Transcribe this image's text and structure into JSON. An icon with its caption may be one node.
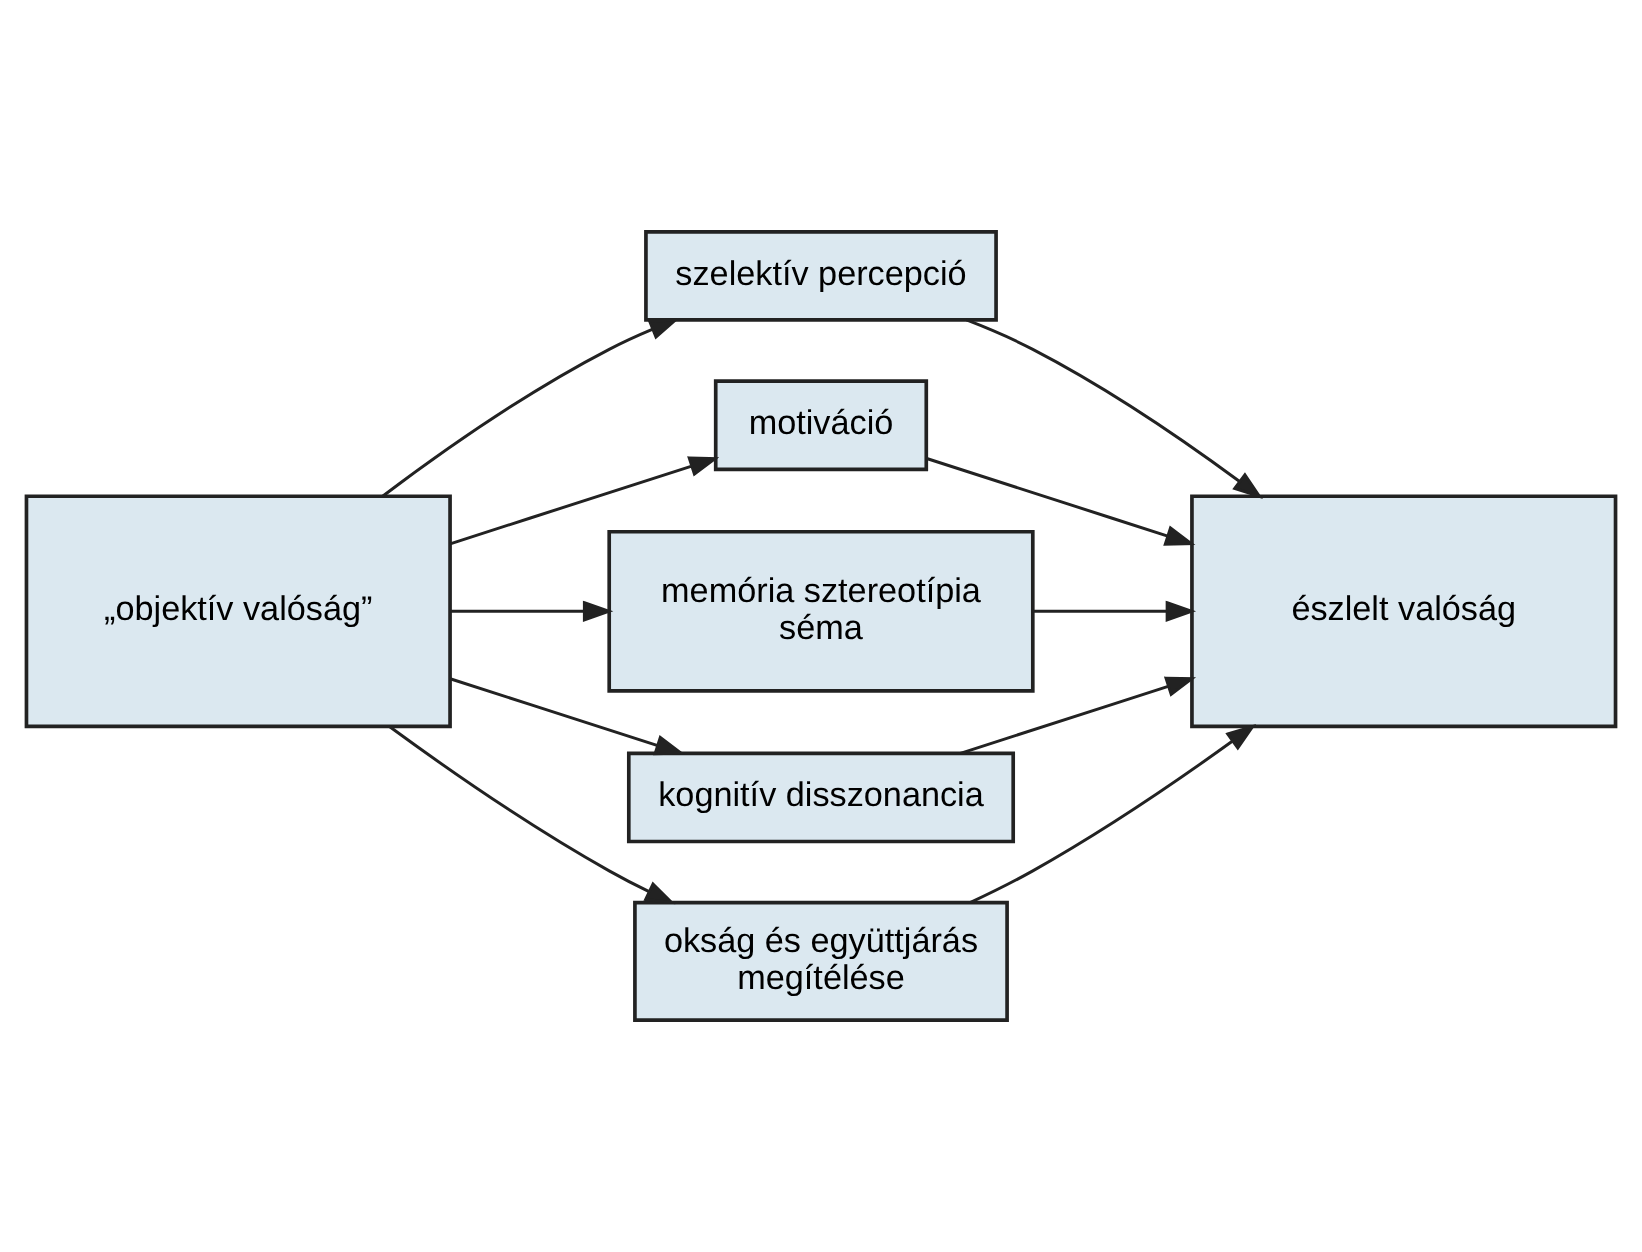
{
  "diagram": {
    "nodes": [
      {
        "text": [
          "„objektív valóság”"
        ]
      },
      {
        "text": [
          "szelektív percepció"
        ]
      },
      {
        "text": [
          "motiváció"
        ]
      },
      {
        "text": [
          "memória sztereotípia séma"
        ]
      },
      {
        "text": [
          "kognitív disszonancia"
        ]
      },
      {
        "text": [
          "okság és együttjárás megítélése"
        ]
      },
      {
        "text": [
          "észlelt valóság"
        ]
      }
    ],
    "edges": [
      {
        "from": 0,
        "to": 1,
        "arrow": "to"
      },
      {
        "from": 0,
        "to": 2,
        "arrow": "to"
      },
      {
        "from": 0,
        "to": 3,
        "arrow": "to"
      },
      {
        "from": 0,
        "to": 4,
        "arrow": "to"
      },
      {
        "from": 0,
        "to": 5,
        "arrow": "to"
      },
      {
        "from": 1,
        "to": 6,
        "arrow": "to"
      },
      {
        "from": 2,
        "to": 6,
        "arrow": "to"
      },
      {
        "from": 3,
        "to": 6,
        "arrow": "to"
      },
      {
        "from": 4,
        "to": 6,
        "arrow": "to"
      },
      {
        "from": 5,
        "to": 6,
        "arrow": "to"
      }
    ]
  }
}
